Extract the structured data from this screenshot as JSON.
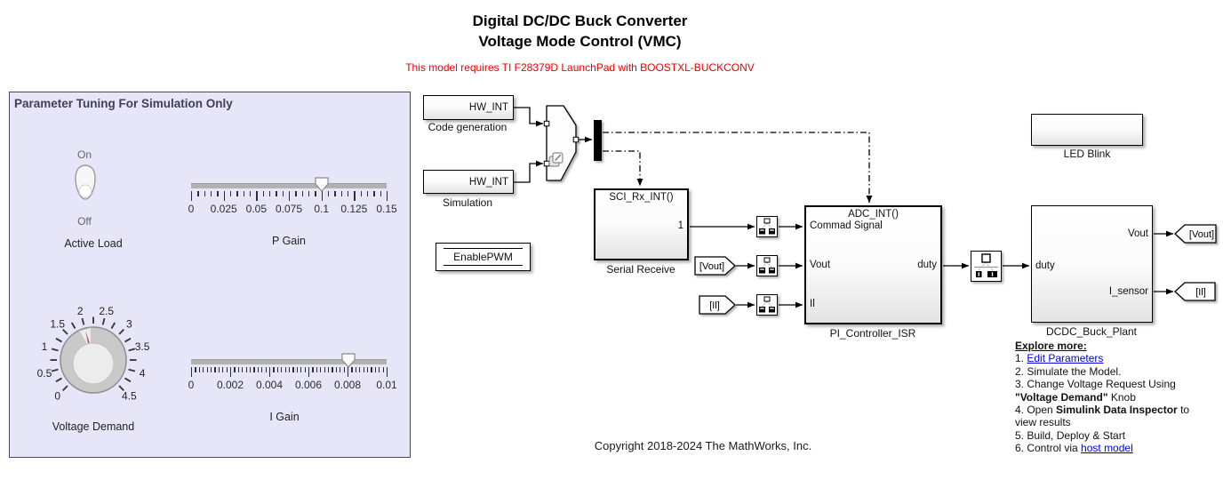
{
  "header": {
    "title_line1": "Digital DC/DC Buck Converter",
    "title_line2": "Voltage Mode Control (VMC)",
    "warning": "This model requires TI F28379D LaunchPad with BOOSTXL-BUCKCONV"
  },
  "panel": {
    "title": "Parameter Tuning For Simulation Only",
    "active_load": {
      "on_label": "On",
      "off_label": "Off",
      "label": "Active Load",
      "state": "Off"
    },
    "p_gain": {
      "label": "P Gain",
      "min": 0,
      "max": 0.15,
      "value": 0.1,
      "tick_labels": [
        "0",
        "0.025",
        "0.05",
        "0.075",
        "0.1",
        "0.125",
        "0.15"
      ],
      "minor_per_major": 4
    },
    "i_gain": {
      "label": "I Gain",
      "min": 0,
      "max": 0.01,
      "value": 0.008,
      "tick_labels": [
        "0",
        "0.002",
        "0.004",
        "0.006",
        "0.008",
        "0.01"
      ],
      "minor_per_major": 9
    },
    "voltage_knob": {
      "label": "Voltage Demand",
      "min": 0,
      "max": 4.5,
      "value": 2,
      "tick_labels": [
        "0",
        "0.5",
        "1",
        "1.5",
        "2",
        "2.5",
        "3",
        "3.5",
        "4",
        "4.5"
      ]
    }
  },
  "diagram": {
    "code_generation": {
      "port": "HW_INT",
      "label": "Code generation"
    },
    "simulation": {
      "port": "HW_INT",
      "label": "Simulation"
    },
    "enable_pwm": {
      "label": "EnablePWM"
    },
    "serial_receive": {
      "trigger": "SCI_Rx_INT()",
      "out_port": "1",
      "label": "Serial Receive"
    },
    "pi_controller": {
      "trigger": "ADC_INT()",
      "in1": "Commad Signal",
      "in2": "Vout",
      "in3": "Il",
      "out": "duty",
      "label": "PI_Controller_ISR"
    },
    "dcdc_plant": {
      "in": "duty",
      "out1": "Vout",
      "out2": "I_sensor",
      "label": "DCDC_Buck_Plant"
    },
    "led_blink": {
      "label": "LED Blink"
    },
    "from_vout": "[Vout]",
    "from_il": "[Il]",
    "goto_vout": "[Vout]",
    "goto_il": "[Il]"
  },
  "explore": {
    "heading": "Explore more:",
    "lines": [
      [
        {
          "t": "1. "
        },
        {
          "t": "Edit Parameters",
          "s": "link"
        }
      ],
      [
        {
          "t": "2. Simulate the Model."
        }
      ],
      [
        {
          "t": "3. Change Voltage Request Using"
        }
      ],
      [
        {
          "t": "\"Voltage Demand\"",
          "s": "bold"
        },
        {
          "t": " Knob"
        }
      ],
      [
        {
          "t": "4. Open "
        },
        {
          "t": "Simulink Data Inspector",
          "s": "bold"
        },
        {
          "t": " to"
        }
      ],
      [
        {
          "t": "view results"
        }
      ],
      [
        {
          "t": "5. Build, Deploy & Start"
        }
      ],
      [
        {
          "t": "6. Control via "
        },
        {
          "t": "host model",
          "s": "link"
        }
      ]
    ]
  },
  "copyright": "Copyright 2018-2024 The MathWorks, Inc.",
  "colors": {
    "panel_bg": "#e6e6f8",
    "panel_border": "#46466b",
    "panel_title": "#3f3f55",
    "link_blue": "#0000ee",
    "warning_red": "#ee0000",
    "pointer_red": "#c83232"
  }
}
